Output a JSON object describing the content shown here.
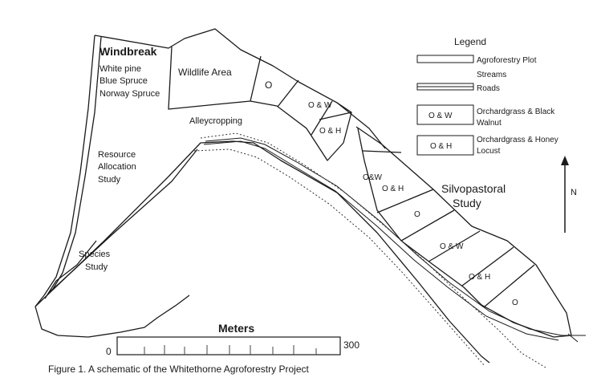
{
  "areas": {
    "windbreak": {
      "title": "Windbreak",
      "species": [
        "White pine",
        "Blue Spruce",
        "Norway Spruce"
      ]
    },
    "wildlife": "Wildlife Area",
    "alleycropping": "Alleycropping",
    "resource": [
      "Resource",
      "Allocation",
      "Study"
    ],
    "species_study": [
      "Species",
      "Study"
    ],
    "silvopastoral": [
      "Silvopastoral",
      "Study"
    ]
  },
  "plots": {
    "upper": [
      "O",
      "O & W",
      "O & H"
    ],
    "lower": [
      "O&W",
      "O & H",
      "O",
      "O & W",
      "O & H",
      "O"
    ]
  },
  "legend": {
    "title": "Legend",
    "plot": "Agroforestry Plot",
    "streams": "Streams",
    "roads": "Roads",
    "ow_symbol": "O & W",
    "ow_label": [
      "Orchardgrass & Black",
      "Walnut"
    ],
    "oh_symbol": "O & H",
    "oh_label": [
      "Orchardgrass & Honey",
      "Locust"
    ]
  },
  "north": "N",
  "scale": {
    "title": "Meters",
    "min": "0",
    "max": "300"
  },
  "caption": "Figure 1. A schematic of the Whitethorne Agroforestry Project"
}
